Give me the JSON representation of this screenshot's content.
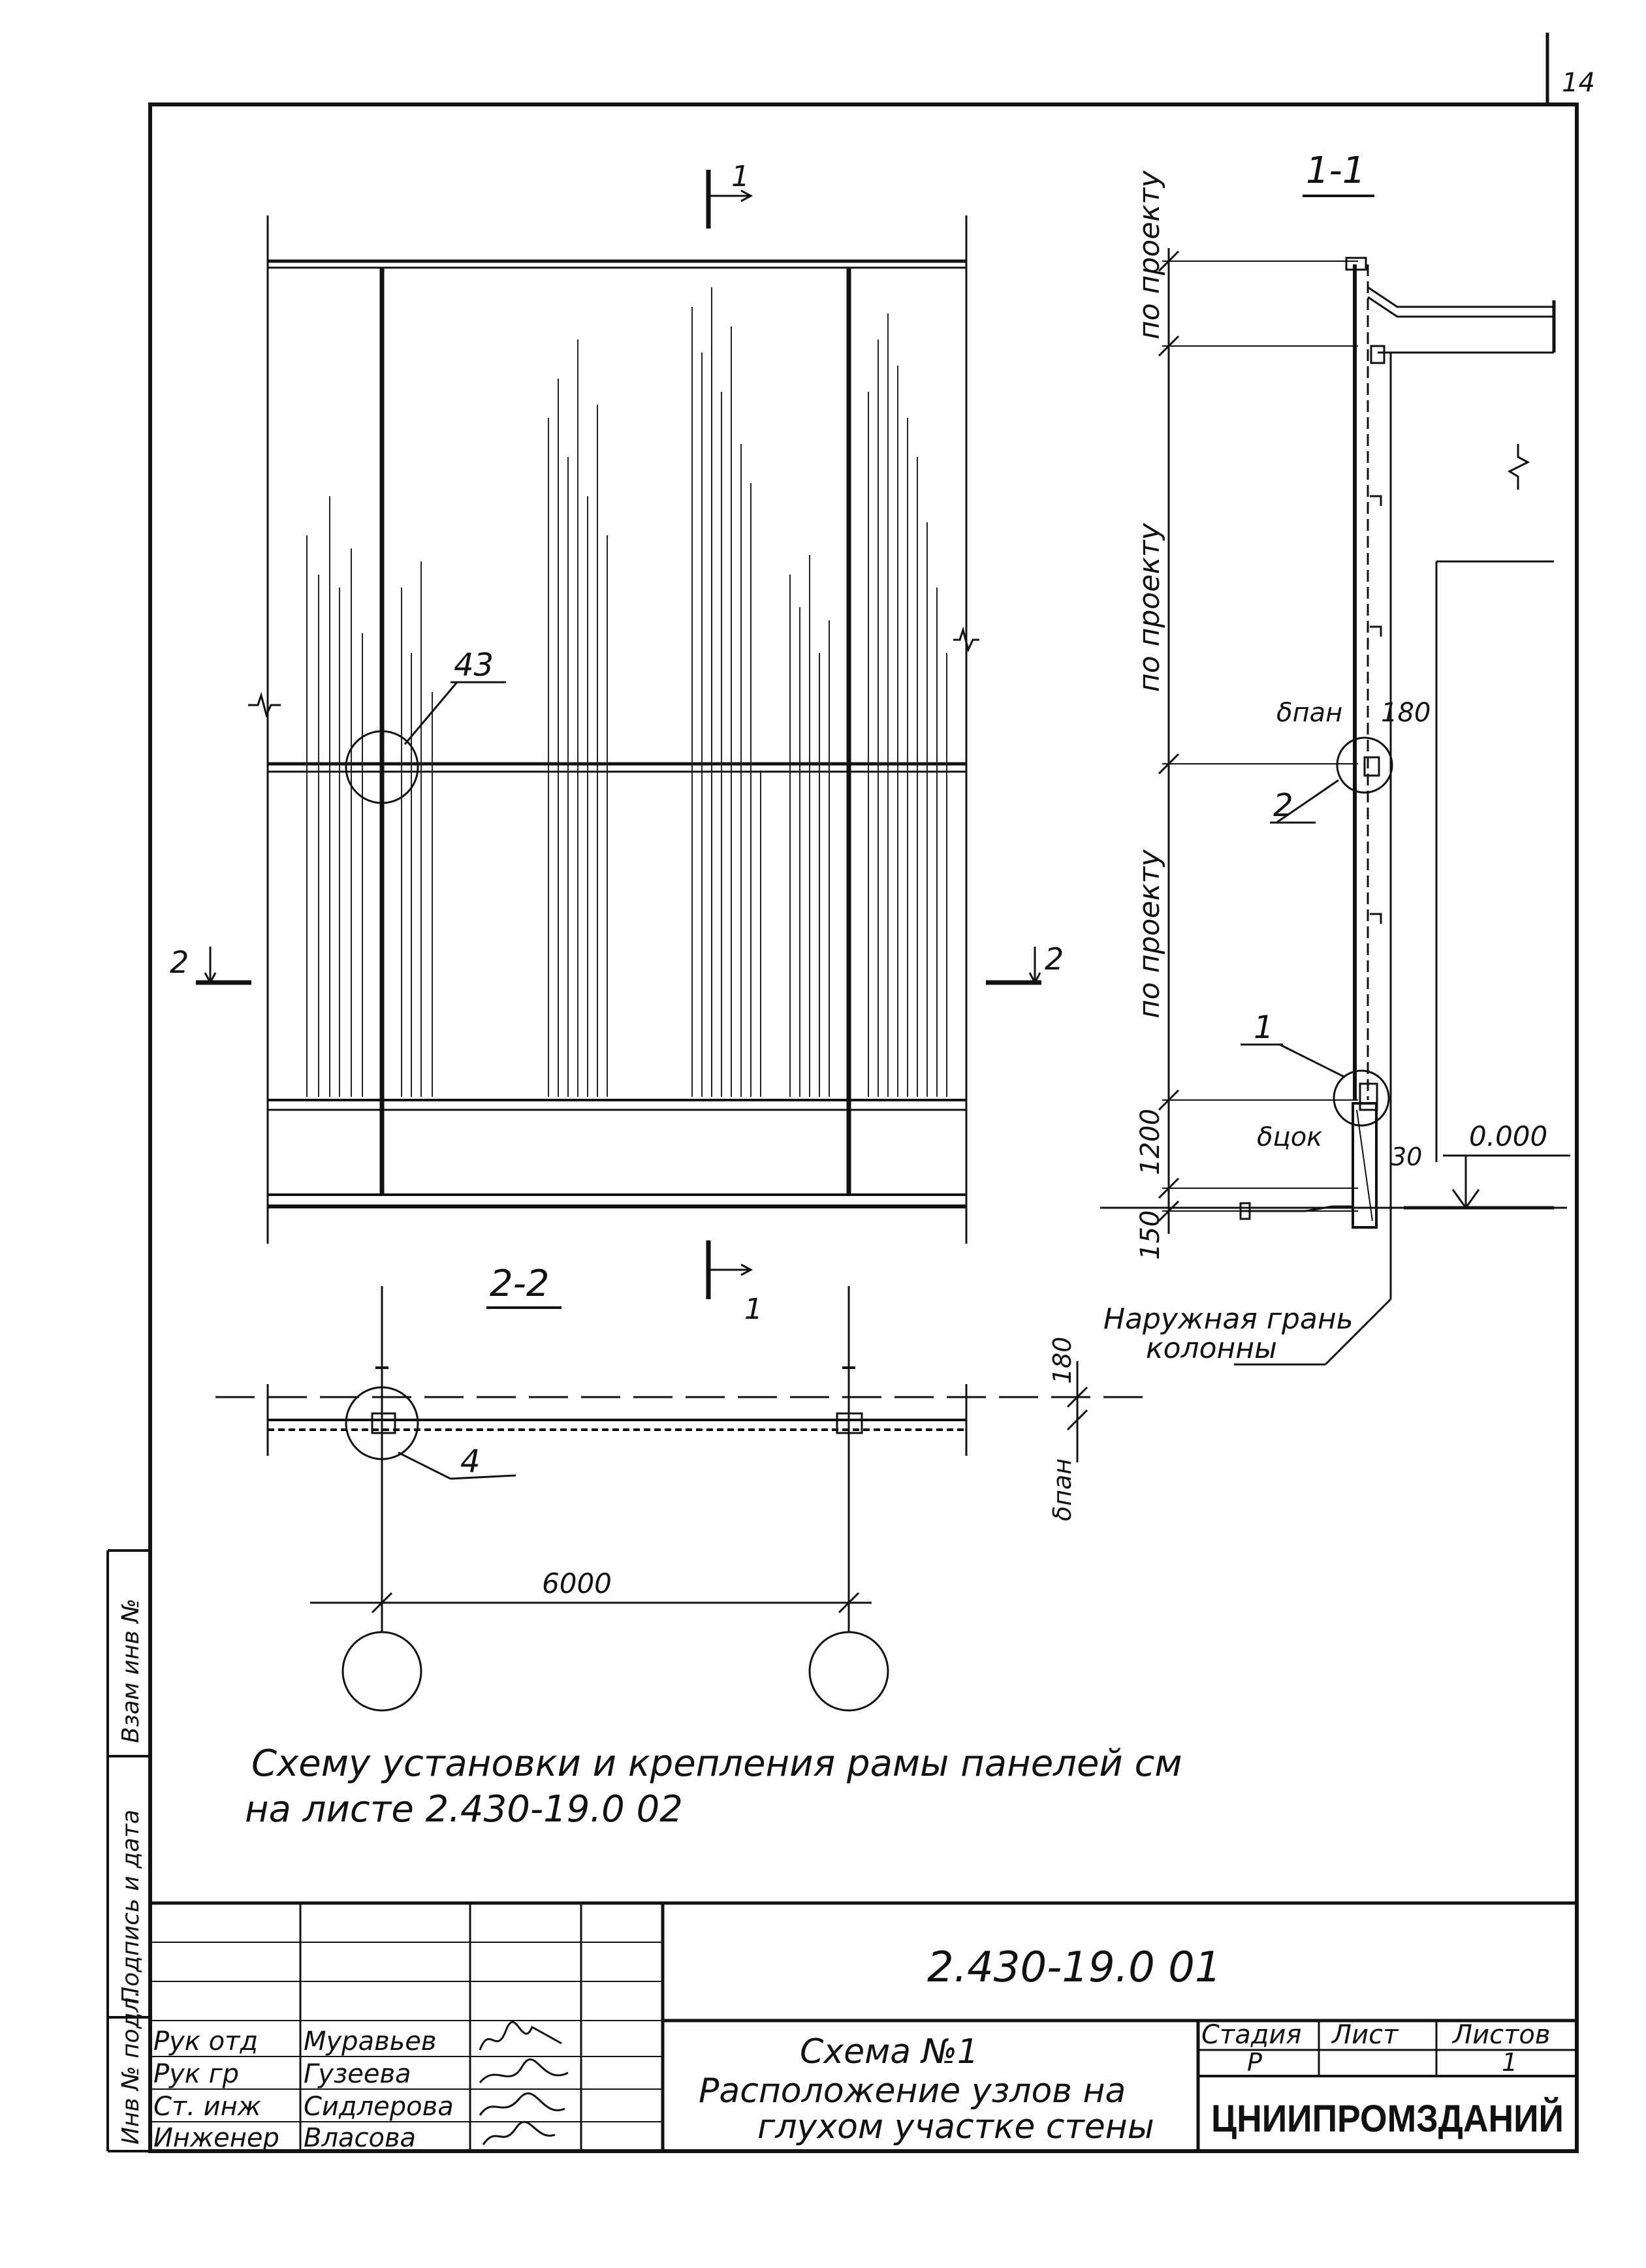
{
  "sheet_number": "14",
  "section_labels": {
    "cut_1_top": "1",
    "cut_1_bottom": "1",
    "cut_2_left": "2",
    "cut_2_right": "2",
    "section_1_1": "1-1",
    "section_2_2": "2-2"
  },
  "callouts": {
    "node_43": "43",
    "node_2": "2",
    "node_1": "1",
    "node_4": "4"
  },
  "dimensions": {
    "po_proektu_1": "по проекту",
    "po_proektu_2": "по проекту",
    "po_proektu_3": "по проекту",
    "dim_1200": "1200",
    "dim_150": "150",
    "dim_180_section": "180",
    "dim_30": "30",
    "elevation": "0.000",
    "delta_pan_section": "δпан",
    "delta_tsok": "δцок",
    "dim_180_plan": "180",
    "delta_pan_plan": "δпан",
    "dim_6000": "6000"
  },
  "annotations": {
    "column_face_line1": "Наружная грань",
    "column_face_line2": "колонны",
    "note_line1": "Схему установки и крепления рамы панелей см",
    "note_line2": "на листе 2.430-19.0 02"
  },
  "side_stamp": {
    "vzam_inv": "Взам инв №",
    "podpis_data": "Подпись и дата",
    "inv_podl": "Инв № подл."
  },
  "title_block": {
    "doc_code": "2.430-19.0 01",
    "title_line1": "Схема №1",
    "title_line2": "Расположение узлов на",
    "title_line3": "глухом участке стены",
    "stage_header": "Стадия",
    "sheet_header": "Лист",
    "sheets_header": "Листов",
    "stage_value": "Р",
    "sheet_value": "",
    "sheets_value": "1",
    "organization": "ЦНИИПРОМЗДАНИЙ",
    "personnel": [
      {
        "role": "Рук отд",
        "name": "Муравьев"
      },
      {
        "role": "Рук гр",
        "name": "Гузеева"
      },
      {
        "role": "Ст. инж",
        "name": "Сидлерова"
      },
      {
        "role": "Инженер",
        "name": "Власова"
      }
    ]
  }
}
